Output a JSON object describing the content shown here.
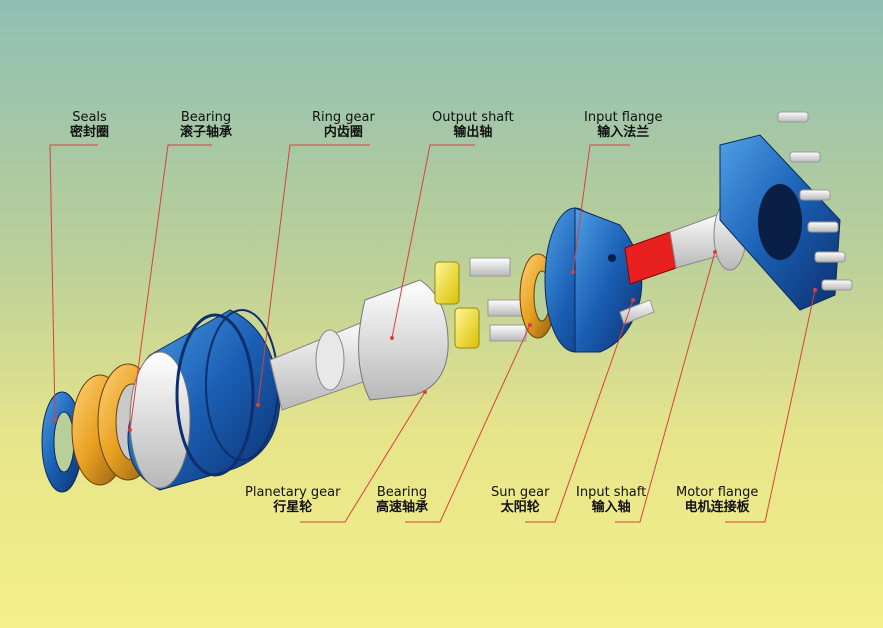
{
  "labels": {
    "seals": {
      "en": "Seals",
      "cn": "密封圈"
    },
    "bearing_top": {
      "en": "Bearing",
      "cn": "滚子轴承"
    },
    "ring_gear": {
      "en": "Ring gear",
      "cn": "内齿圈"
    },
    "output_shaft": {
      "en": "Output shaft",
      "cn": "输出轴"
    },
    "input_flange": {
      "en": "Input flange",
      "cn": "输入法兰"
    },
    "planetary_gear": {
      "en": "Planetary gear",
      "cn": "行星轮"
    },
    "bearing_bottom": {
      "en": "Bearing",
      "cn": "高速轴承"
    },
    "sun_gear": {
      "en": "Sun gear",
      "cn": "太阳轮"
    },
    "input_shaft": {
      "en": "Input shaft",
      "cn": "输入轴"
    },
    "motor_flange": {
      "en": "Motor flange",
      "cn": "电机连接板"
    }
  },
  "colors": {
    "blue": "#1a5fb4",
    "gold": "#e8a020",
    "yellow_gear": "#f2e030",
    "red_shaft": "#e82020",
    "leader_line": "#d94040"
  }
}
